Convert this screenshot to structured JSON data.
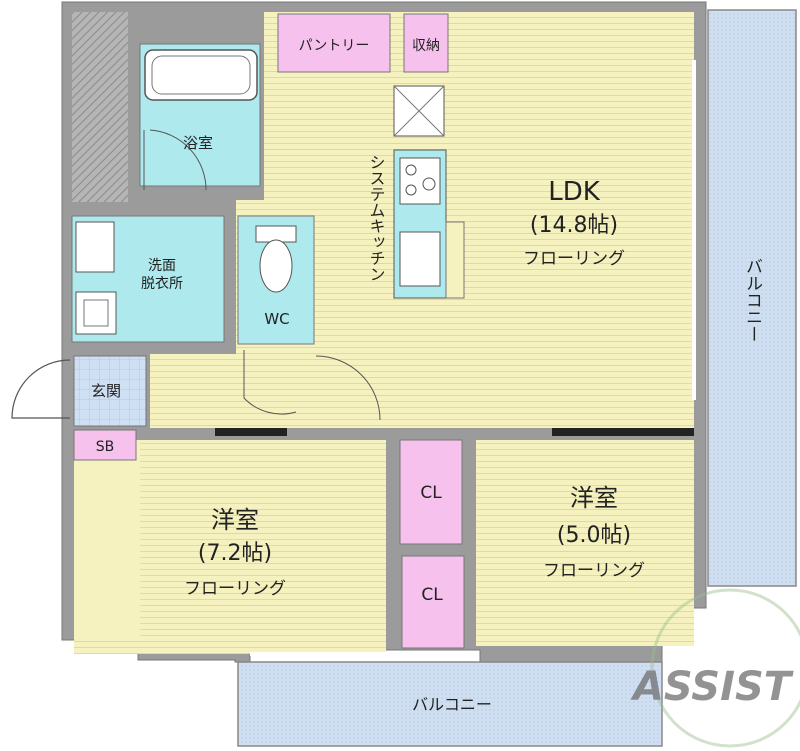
{
  "rooms": {
    "ldk": {
      "name": "LDK",
      "size": "(14.8帖)",
      "floor": "フローリング"
    },
    "western_room_1": {
      "name": "洋室",
      "size": "(7.2帖)",
      "floor": "フローリング"
    },
    "western_room_2": {
      "name": "洋室",
      "size": "(5.0帖)",
      "floor": "フローリング"
    },
    "bathroom": "浴室",
    "washroom_line1": "洗面",
    "washroom_line2": "脱衣所",
    "toilet": "WC",
    "entrance": "玄関",
    "shoe_box": "SB",
    "pantry": "パントリー",
    "storage": "収納",
    "closet_1": "CL",
    "closet_2": "CL",
    "kitchen": "システムキッチン"
  },
  "balconies": {
    "east": "バルコニー",
    "south": "バルコニー"
  },
  "logo": "ASSIST",
  "colors": {
    "flooring": "#f6f2bf",
    "wall": "#9b9b9b",
    "balcony": "#cfdff1",
    "wet_area": "#aee9ee",
    "storage": "#f6c1ec",
    "entrance_tile": "#cfe0f4"
  }
}
